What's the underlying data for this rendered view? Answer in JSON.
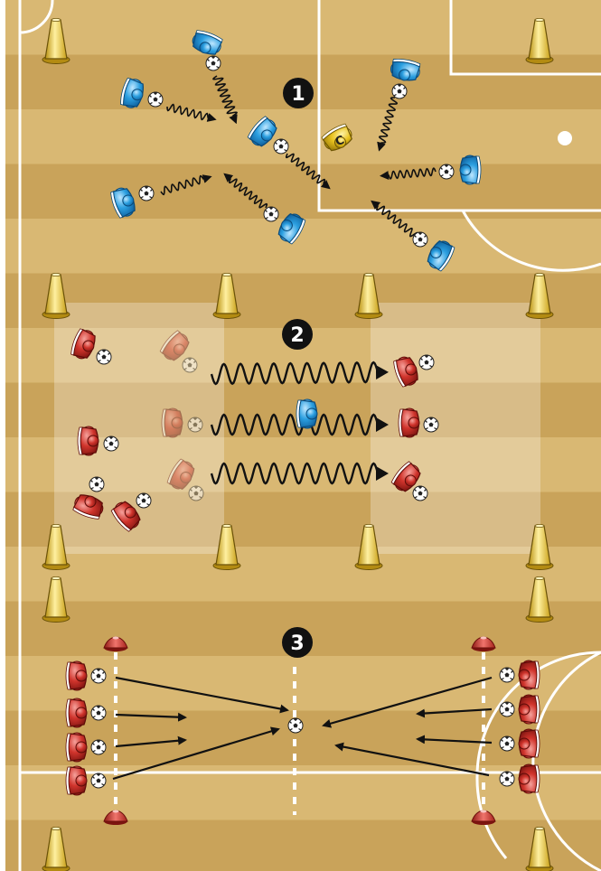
{
  "title": "",
  "stations": [
    {
      "label": "1"
    },
    {
      "label": "2"
    },
    {
      "label": "3"
    }
  ],
  "coach_label": "C",
  "colors": {
    "pitch_light": "#d9b873",
    "pitch_dark": "#c9a35a",
    "lines": "#ffffff",
    "cone": "#e8c22a",
    "team_blue": "#2b9fe0",
    "team_red": "#d0342c",
    "coach_yellow": "#e9c31f",
    "marker_black": "#111111"
  },
  "icons": {
    "player": "player-icon",
    "ball": "ball-icon",
    "cone": "cone-icon",
    "disc_cone": "disc-cone-icon",
    "dribble": "dribble-path",
    "pass": "pass-arrow"
  }
}
